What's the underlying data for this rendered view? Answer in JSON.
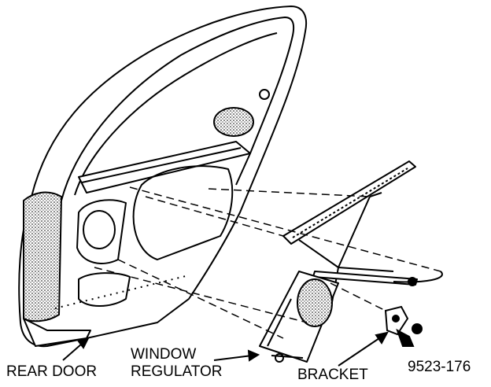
{
  "labels": {
    "rear_door": "REAR DOOR",
    "window_regulator_line1": "WINDOW",
    "window_regulator_line2": "REGULATOR",
    "bracket": "BRACKET",
    "figure_number": "9523-176"
  },
  "colors": {
    "ink": "#000000",
    "paper": "#ffffff",
    "stipple": "#8a8a8a"
  }
}
